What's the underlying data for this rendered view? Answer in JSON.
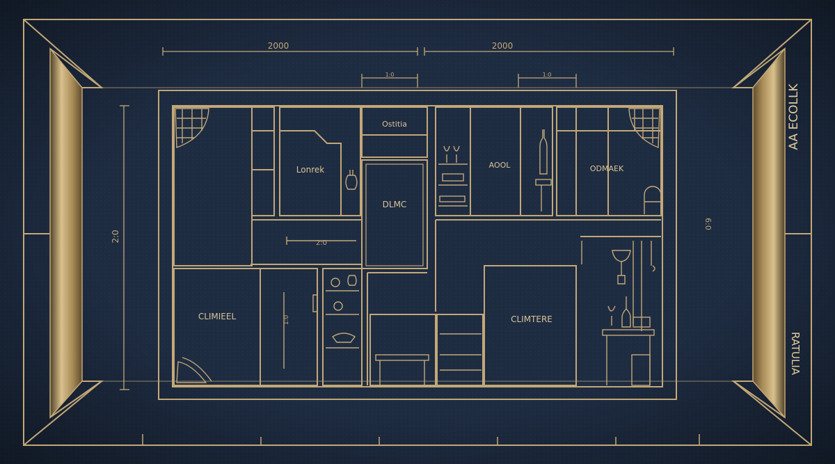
{
  "colors": {
    "background": "#1e2c42",
    "gold": "#c3a877",
    "gold_light": "#e2cc9c",
    "gold_dark": "#6e5a34"
  },
  "dimensions": {
    "top_left": "2000",
    "top_right": "2000",
    "door_left": "1:0",
    "door_right": "1:0",
    "left_vertical": "2:0",
    "hall": "2:0",
    "right_vertical": "6:0",
    "small_vertical": "1:0"
  },
  "rooms": {
    "top_center": "Ostitia",
    "lounge": "Lonrek",
    "center": "DLMC",
    "kitchen": "AOOL",
    "right": "ODMAEK",
    "bottom_left": "CLIMIEEL",
    "bottom_right": "CLIMTERE"
  },
  "side_text": {
    "right_top": "AA ECOLLK",
    "right_bottom": "RATULIA"
  }
}
